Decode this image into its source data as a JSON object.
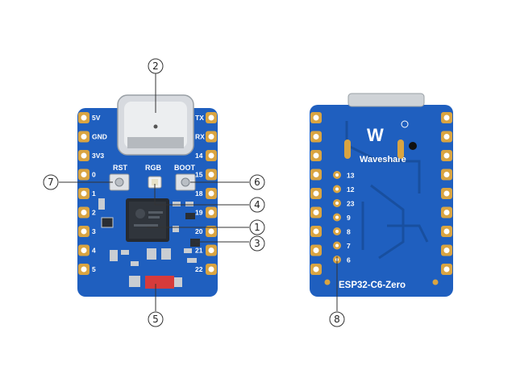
{
  "colors": {
    "pcb": "#1f5fbf",
    "pcb_dark": "#184f9f",
    "gold": "#d9a441",
    "silver": "#c9cdd2",
    "chip": "#262a30",
    "callout": "#333333"
  },
  "front": {
    "left_pins": [
      "5V",
      "GND",
      "3V3",
      "0",
      "1",
      "2",
      "3",
      "4",
      "5"
    ],
    "right_pins": [
      "TX",
      "RX",
      "14",
      "15",
      "18",
      "19",
      "20",
      "21",
      "22"
    ],
    "rst_label": "RST",
    "rgb_label": "RGB",
    "boot_label": "BOOT"
  },
  "back": {
    "brand": "Waveshare",
    "logo_text": "W",
    "pins": [
      "13",
      "12",
      "23",
      "9",
      "8",
      "7",
      "6"
    ],
    "model": "ESP32-C6-Zero"
  },
  "callouts": [
    {
      "id": "chip",
      "number": "1"
    },
    {
      "id": "usb",
      "number": "2"
    },
    {
      "id": "mosfet",
      "number": "3"
    },
    {
      "id": "rgb-led",
      "number": "4"
    },
    {
      "id": "antenna",
      "number": "5"
    },
    {
      "id": "boot-button",
      "number": "6"
    },
    {
      "id": "reset-button",
      "number": "7"
    },
    {
      "id": "gpio-headers",
      "number": "8"
    }
  ]
}
